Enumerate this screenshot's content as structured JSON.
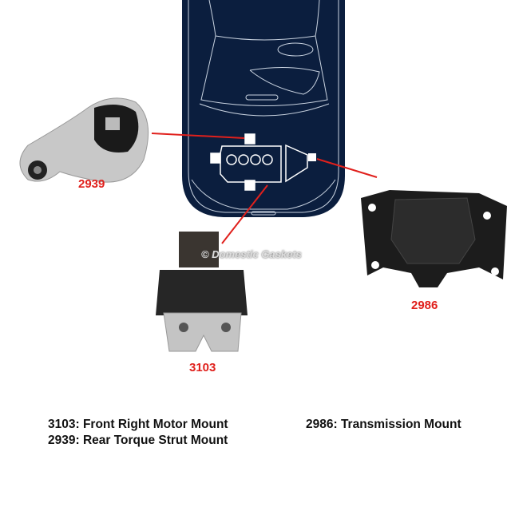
{
  "watermark": "© Domestic Gaskets",
  "colors": {
    "car": "#0b1e3e",
    "line": "#e0201c",
    "label": "#e0201c"
  },
  "parts": [
    {
      "id": "2939",
      "label": "2939"
    },
    {
      "id": "3103",
      "label": "3103"
    },
    {
      "id": "2986",
      "label": "2986"
    }
  ],
  "captions": [
    "3103: Front Right Motor Mount",
    "2939: Rear Torque Strut Mount",
    "2986: Transmission Mount"
  ]
}
